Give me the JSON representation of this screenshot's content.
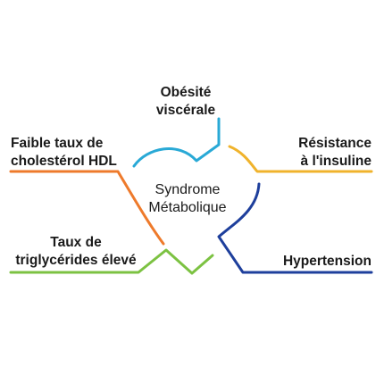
{
  "center": {
    "line1": "Syndrome",
    "line2": "Métabolique"
  },
  "nodes": [
    {
      "id": "obesite",
      "lines": [
        "Obésité",
        "viscérale"
      ],
      "color": "#29a9d6"
    },
    {
      "id": "hdl",
      "lines": [
        "Faible taux  de",
        "cholestérol HDL"
      ],
      "color": "#ee7a2b"
    },
    {
      "id": "resistance",
      "lines": [
        "Résistance",
        "à l'insuline"
      ],
      "color": "#f0b32c"
    },
    {
      "id": "triglycerides",
      "lines": [
        "Taux de",
        "triglycérides élevé"
      ],
      "color": "#7cc242"
    },
    {
      "id": "hypertension",
      "lines": [
        "Hypertension"
      ],
      "color": "#1e3f9c"
    }
  ]
}
